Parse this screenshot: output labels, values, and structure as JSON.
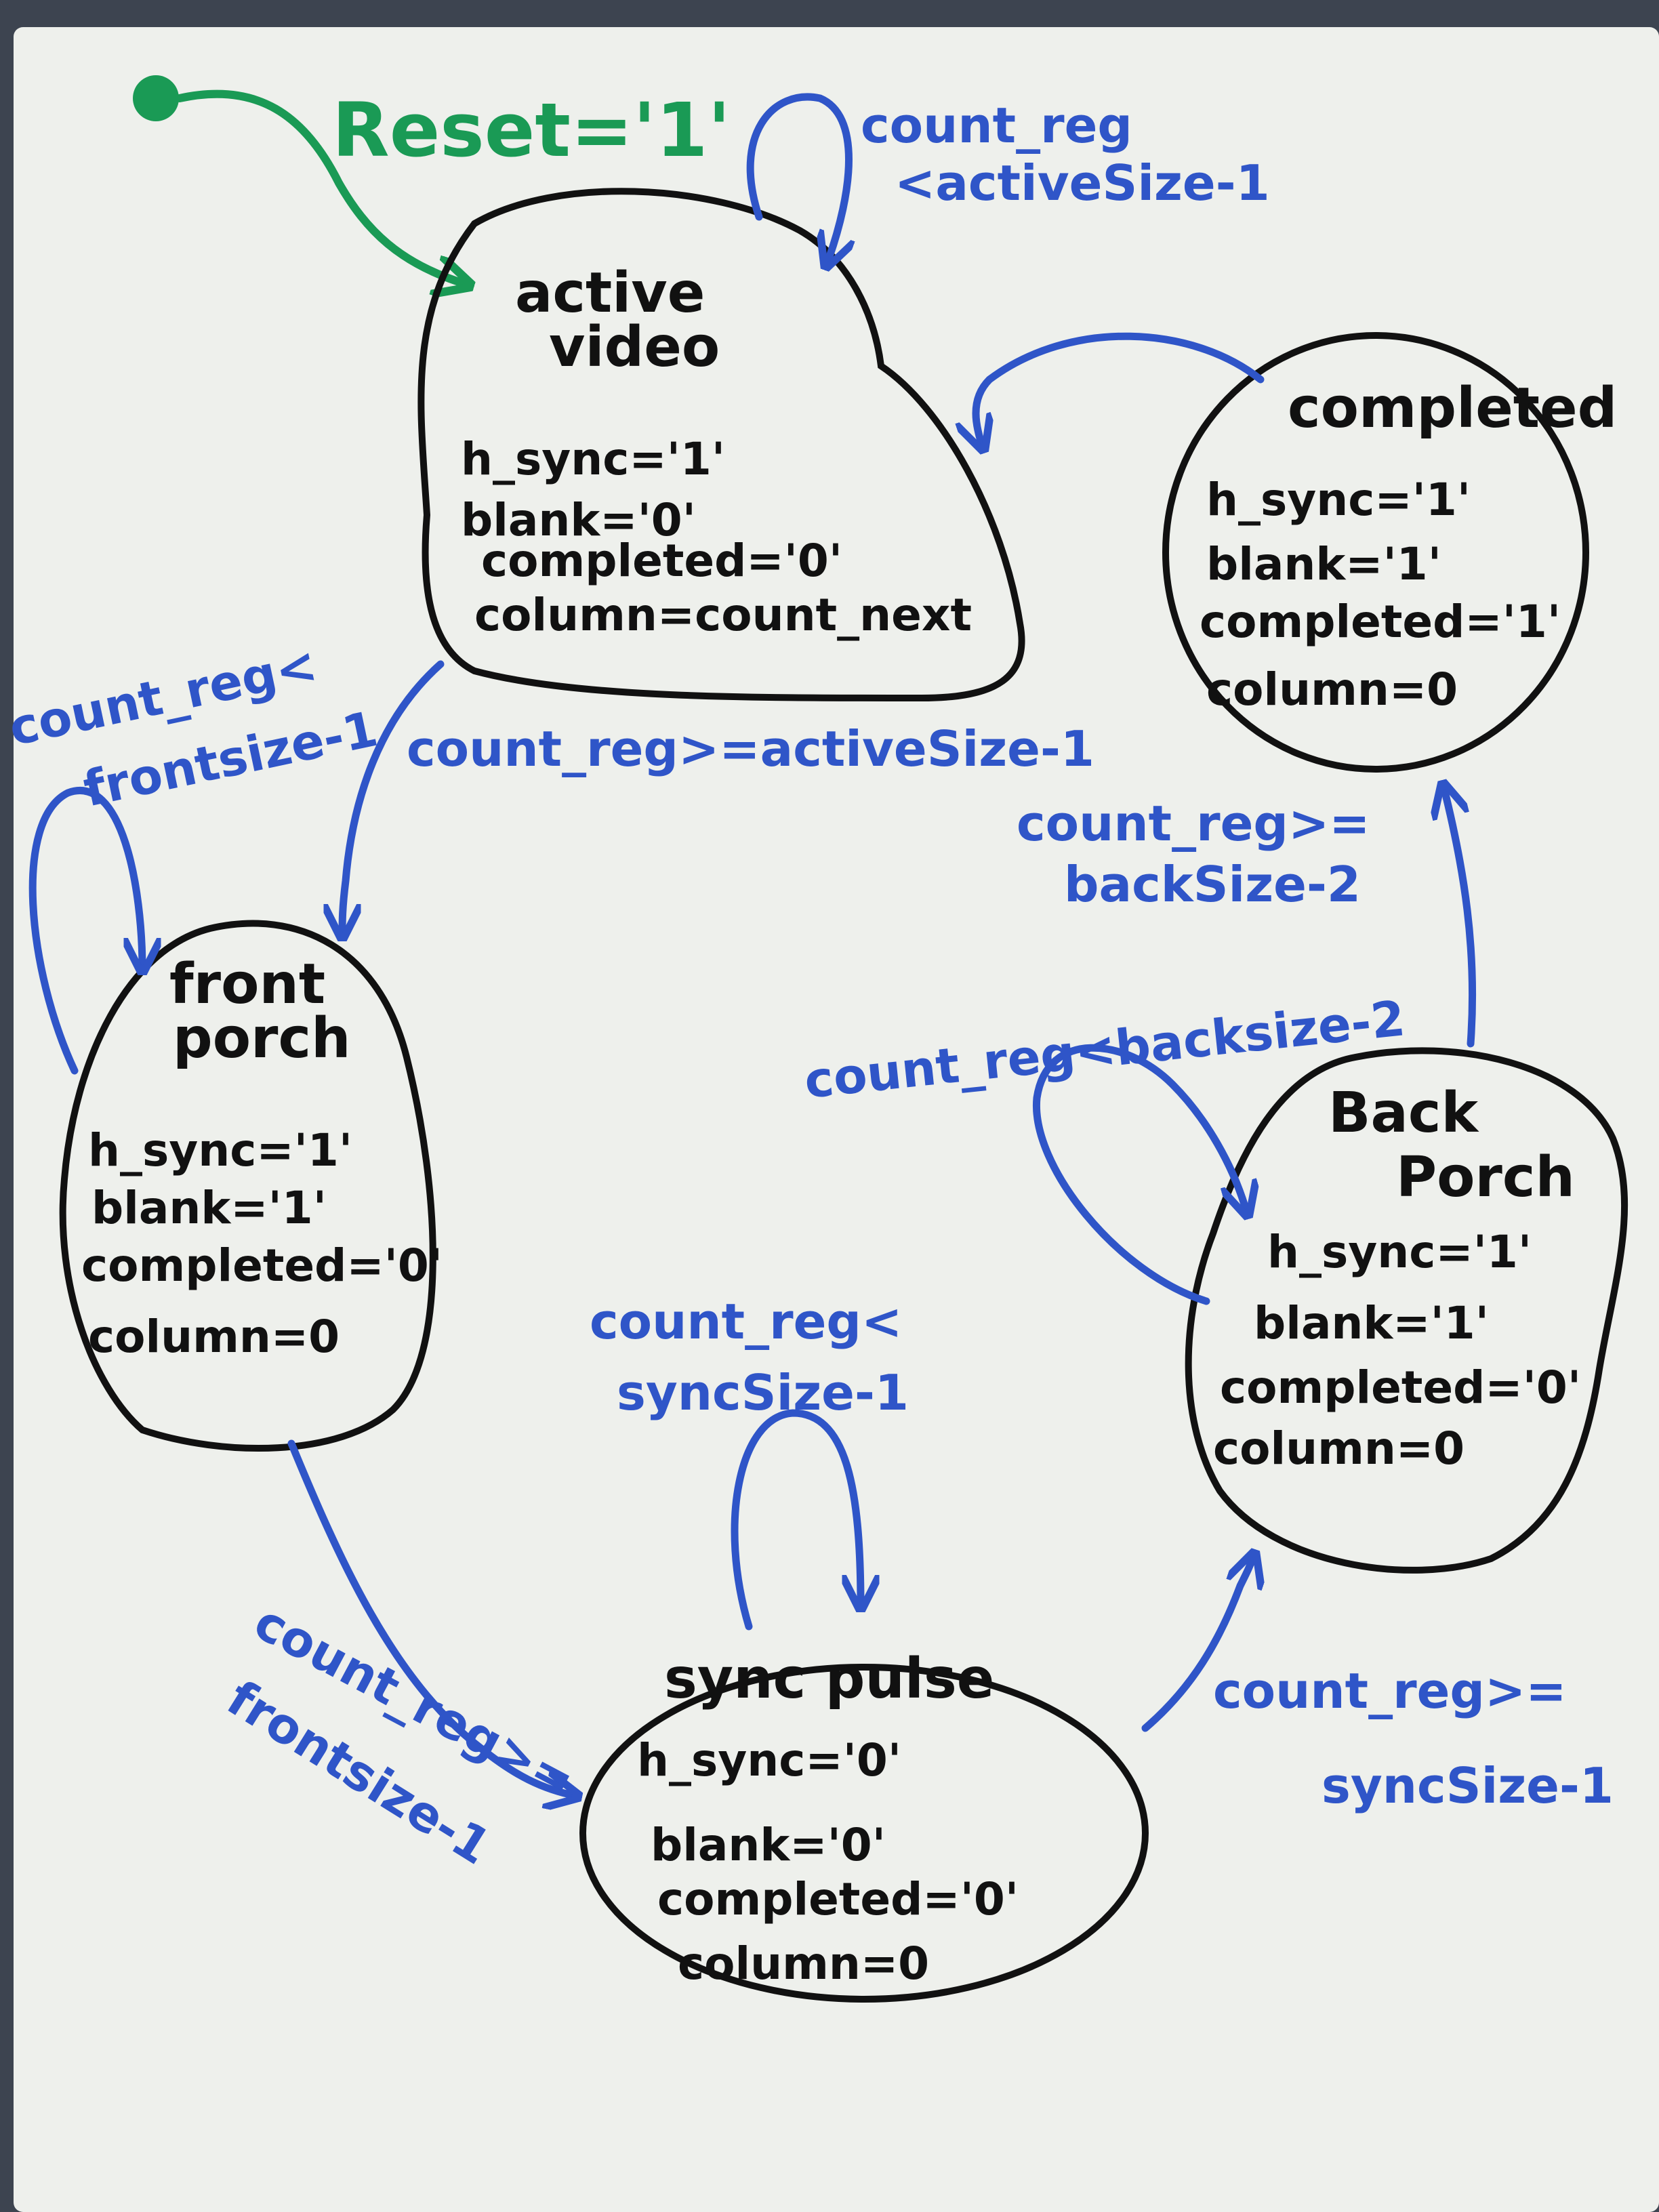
{
  "reset": {
    "label": "Reset='1'"
  },
  "states": {
    "active_video": {
      "title": [
        "active",
        "video"
      ],
      "lines": [
        "h_sync='1'",
        "blank='0'",
        "completed='0'",
        "column=count_next"
      ]
    },
    "completed": {
      "title": [
        "completed"
      ],
      "lines": [
        "h_sync='1'",
        "blank='1'",
        "completed='1'",
        "column=0"
      ]
    },
    "front_porch": {
      "title": [
        "front",
        "porch"
      ],
      "lines": [
        "h_sync='1'",
        "blank='1'",
        "completed='0'",
        "column=0"
      ]
    },
    "sync_pulse": {
      "title": [
        "sync pulse"
      ],
      "lines": [
        "h_sync='0'",
        "blank='0'",
        "completed='0'",
        "column=0"
      ]
    },
    "back_porch": {
      "title": [
        "Back",
        "Porch"
      ],
      "lines": [
        "h_sync='1'",
        "blank='1'",
        "completed='0'",
        "column=0"
      ]
    }
  },
  "transitions": {
    "active_self": [
      "count_reg",
      "<activeSize-1"
    ],
    "active_to_front": [
      "count_reg>=activeSize-1"
    ],
    "front_self": [
      "count_reg<",
      "frontsize-1"
    ],
    "front_to_sync": [
      "count_reg>=",
      "frontsize-1"
    ],
    "sync_self": [
      "count_reg<",
      "syncSize-1"
    ],
    "sync_to_back": [
      "count_reg>=",
      "syncSize-1"
    ],
    "back_self": [
      "count_reg<backsize-2"
    ],
    "back_to_completed": [
      "count_reg>=",
      "backSize-2"
    ]
  },
  "colors": {
    "board": "#eef0ec",
    "frame": "#3d4450",
    "ink_black": "#111111",
    "ink_blue": "#2f55c8",
    "ink_green": "#1a9a55"
  }
}
